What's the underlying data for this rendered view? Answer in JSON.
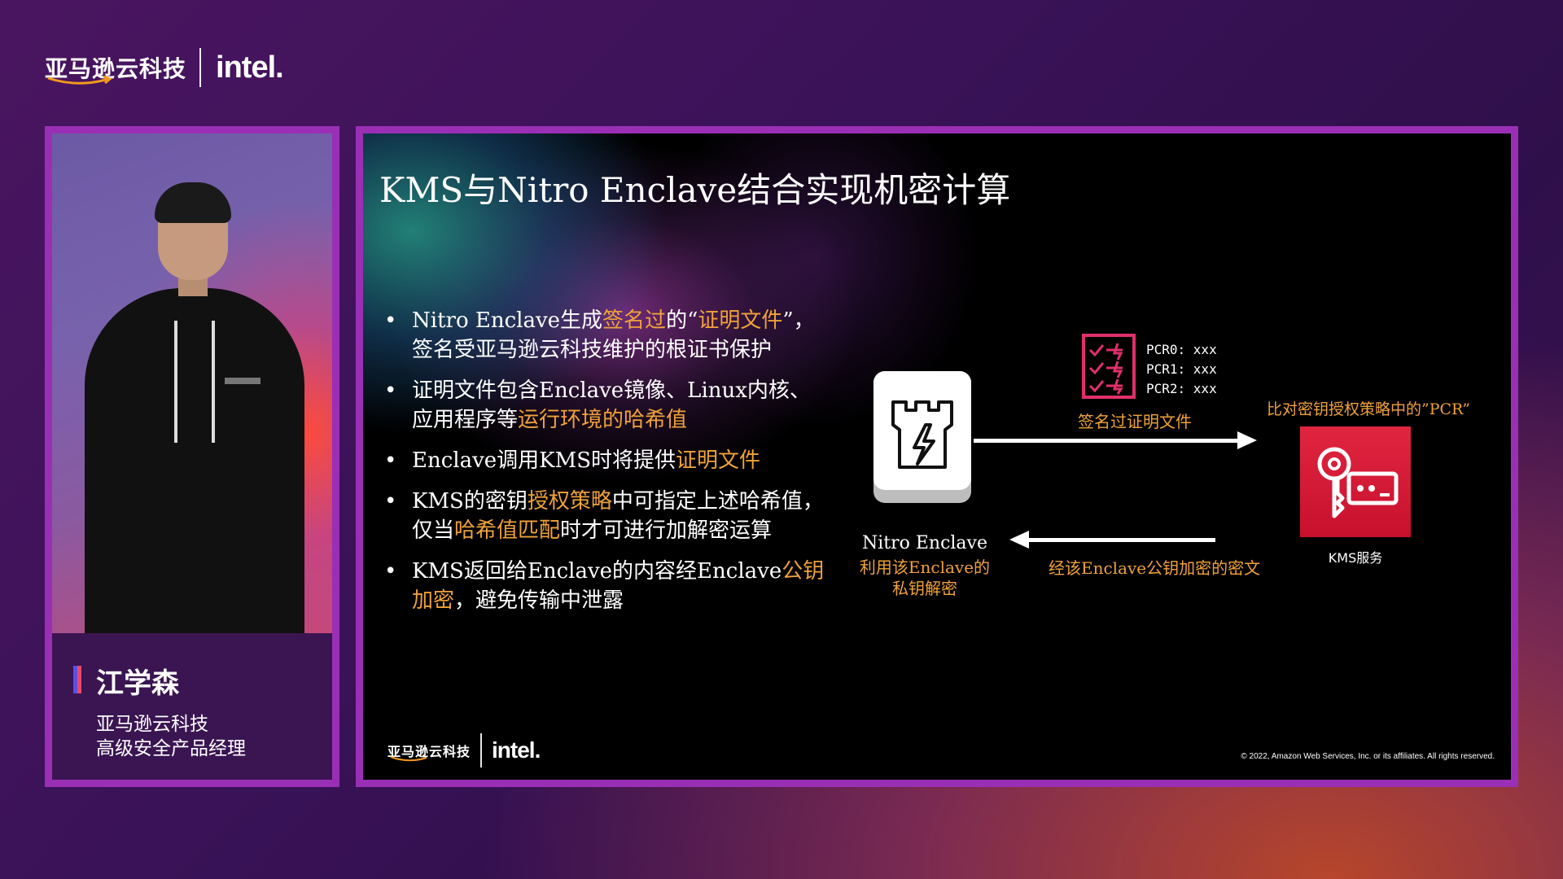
{
  "header": {
    "brand_cn": "亚马逊云科技",
    "brand_intel": "intel."
  },
  "speaker": {
    "name": "江学森",
    "title_line1": "亚马逊云科技",
    "title_line2": "高级安全产品经理"
  },
  "slide": {
    "title": "KMS与Nitro Enclave结合实现机密计算",
    "bullet_marker": "•",
    "bullets": [
      {
        "t1": "Nitro Enclave生成",
        "h1": "签名过",
        "t2": "的“",
        "h2": "证明文件",
        "t3": "”，签名受亚马逊云科技维护的根证书保护"
      },
      {
        "t1": "证明文件包含Enclave镜像、Linux内核、应用程序等",
        "h1": "运行环境的哈希值"
      },
      {
        "t1": "Enclave调用KMS时将提供",
        "h1": "证明文件"
      },
      {
        "t1": "KMS的密钥",
        "h1": "授权策略",
        "t2": "中可指定上述哈希值，仅当",
        "h2": "哈希值匹配",
        "t3": "时才可进行加解密运算"
      },
      {
        "t1": "KMS返回给Enclave的内容经Enclave",
        "h1": "公钥加密",
        "t2": "，避免传输中泄露"
      }
    ],
    "diagram": {
      "enclave_label": "Nitro Enclave",
      "enclave_sub_line1": "利用该Enclave的",
      "enclave_sub_line2": "私钥解密",
      "pcr0": "PCR0: xxx",
      "pcr1": "PCR1: xxx",
      "pcr2": "PCR2: xxx",
      "cert_label": "签名过证明文件",
      "policy_label": "比对密钥授权策略中的”PCR”",
      "encrypt_label": "经该Enclave公钥加密的密文",
      "kms_label": "KMS服务"
    },
    "footer": {
      "brand_cn": "亚马逊云科技",
      "brand_intel": "intel.",
      "copyright": "© 2022, Amazon Web Services, Inc. or its affiliates. All rights reserved."
    }
  },
  "icons": {
    "amazon_smile": "amazon-smile-icon",
    "tower": "enclave-tower-icon",
    "checklist": "attestation-checklist-icon",
    "kms_key": "kms-key-icon"
  },
  "colors": {
    "frame": "#9a2fb5",
    "highlight": "#f0a23a",
    "kms_red": "#c8102e"
  }
}
